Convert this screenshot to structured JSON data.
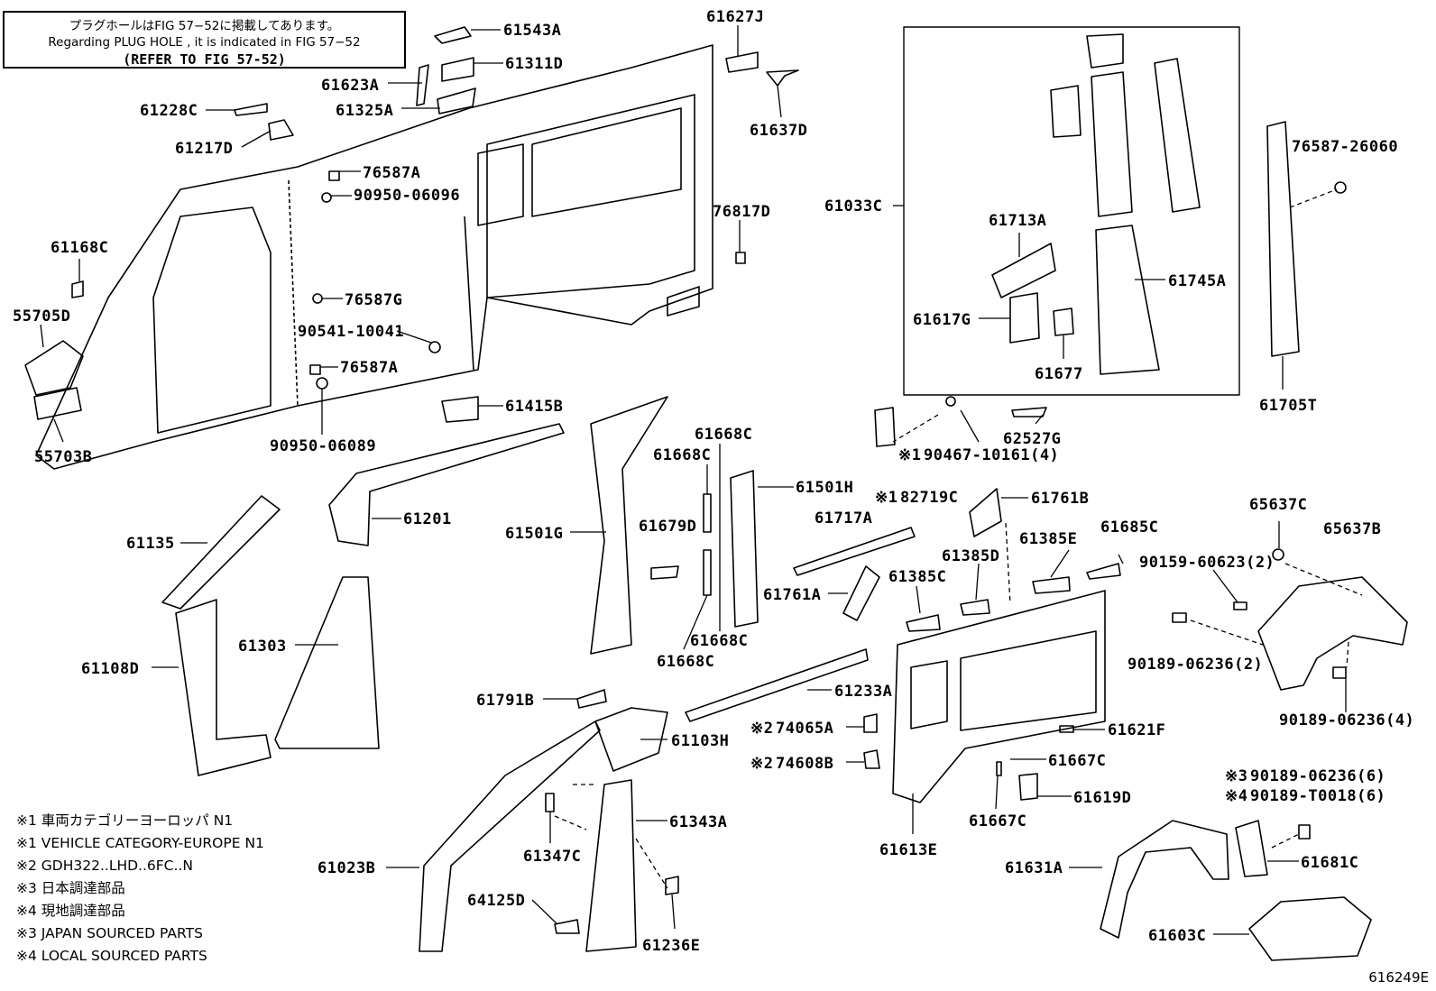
{
  "note": {
    "jp": "プラグホールはFIG 57−52に掲載してあります。",
    "en": "Regarding  PLUG  HOLE , it is indicated in FIG  57−52",
    "ref": "(REFER TO FIG 57-52)"
  },
  "parts": [
    "61543A",
    "61311D",
    "61623A",
    "61325A",
    "61228C",
    "61217D",
    "61627J",
    "61637D",
    "76587A",
    "90950-06096",
    "76817D",
    "61168C",
    "55705D",
    "76587G",
    "90541-10041",
    "76587A",
    "90950-06089",
    "55703B",
    "61415B",
    "61033C",
    "61713A",
    "61617G",
    "61677",
    "61745A",
    "76587-26060",
    "61705T",
    "90467-10161(4)",
    "82719C",
    "62527G",
    "61668C",
    "61501H",
    "61668C",
    "61679D",
    "61501G",
    "61201",
    "61135",
    "61108D",
    "61303",
    "61668C",
    "61668C",
    "61717A",
    "61761B",
    "61385E",
    "61685C",
    "61385D",
    "61761A",
    "61385C",
    "65637C",
    "65637B",
    "90159-60623(2)",
    "90189-06236(2)",
    "90189-06236(4)",
    "61233A",
    "61791B",
    "61103H",
    "74065A",
    "74608B",
    "61621F",
    "61667C",
    "61619D",
    "61667C",
    "61613E",
    "61343A",
    "61347C",
    "61023B",
    "64125D",
    "61236E",
    "90189-06236(6)",
    "90189-T0018(6)",
    "61631A",
    "61681C",
    "61603C"
  ],
  "marks": {
    "m1a": "※1",
    "m1b": "※1",
    "m2a": "※2",
    "m2b": "※2",
    "m3": "※3",
    "m4": "※4"
  },
  "legend": [
    "※1 車両カテゴリーヨーロッパ  N1",
    "※1 VEHICLE CATEGORY-EUROPE N1",
    "※2 GDH322..LHD..6FC..N",
    "※3  日本調達部品",
    "※4  現地調達部品",
    "※3  JAPAN SOURCED PARTS",
    "※4  LOCAL SOURCED PARTS"
  ],
  "figure_number": "616249E"
}
